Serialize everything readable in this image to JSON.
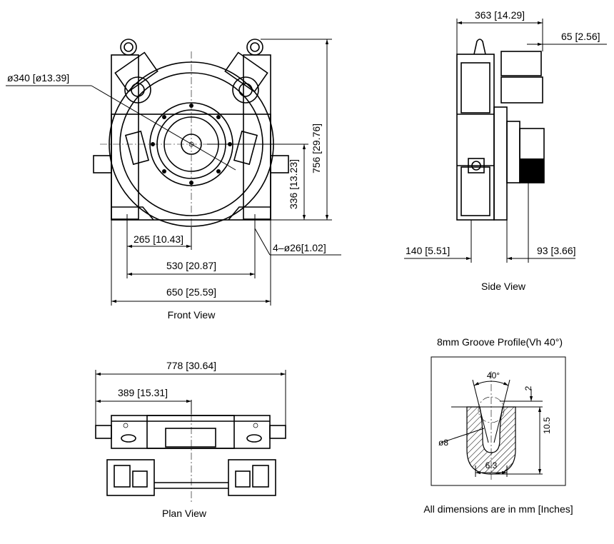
{
  "front_view": {
    "caption": "Front View",
    "dim_diameter": "ø340 [ø13.39]",
    "dim_height_total": "756 [29.76]",
    "dim_height_center": "336 [13.23]",
    "dim_half_width": "265 [10.43]",
    "dim_bolt_span": "530 [20.87]",
    "dim_total_width": "650 [25.59]",
    "dim_holes": "4–ø26[1.02]"
  },
  "side_view": {
    "caption": "Side View",
    "dim_depth": "363 [14.29]",
    "dim_brake": "65 [2.56]",
    "dim_base_left": "140 [5.51]",
    "dim_base_right": "93 [3.66]"
  },
  "plan_view": {
    "caption": "Plan View",
    "dim_total": "778 [30.64]",
    "dim_half": "389 [15.31]"
  },
  "groove_profile": {
    "title": "8mm Groove Profile(Vh 40°)",
    "angle": "40°",
    "depth_top": "2",
    "depth_total": "10.5",
    "rope_diameter": "ø8",
    "width": "6.3"
  },
  "footer_note": "All dimensions are in mm [Inches]"
}
